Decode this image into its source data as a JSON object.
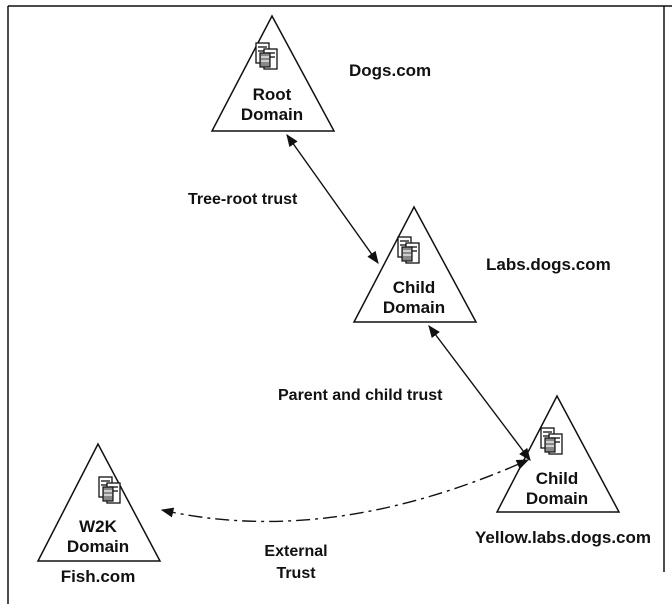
{
  "nodes": {
    "root": {
      "line1": "Root",
      "line2": "Domain",
      "name": "Dogs.com"
    },
    "labs": {
      "line1": "Child",
      "line2": "Domain",
      "name": "Labs.dogs.com"
    },
    "yellow": {
      "line1": "Child",
      "line2": "Domain",
      "name": "Yellow.labs.dogs.com"
    },
    "fish": {
      "line1": "W2K",
      "line2": "Domain",
      "name": "Fish.com"
    }
  },
  "edges": {
    "tree_root": "Tree-root trust",
    "parent_child": "Parent and child trust",
    "external_line1": "External",
    "external_line2": "Trust"
  }
}
